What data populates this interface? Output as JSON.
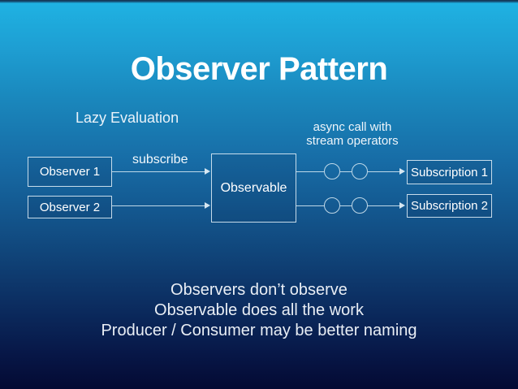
{
  "slide": {
    "title": "Observer Pattern",
    "annotations": {
      "lazy_evaluation": "Lazy Evaluation",
      "subscribe": "subscribe",
      "async_line1": "async call with",
      "async_line2": "stream operators"
    },
    "diagram": {
      "observers": [
        "Observer 1",
        "Observer 2"
      ],
      "observable": "Observable",
      "subscriptions": [
        "Subscription 1",
        "Subscription 2"
      ],
      "stream_operator_circles_per_line": 2
    },
    "footer_lines": [
      "Observers don’t observe",
      "Observable does all the work",
      "Producer / Consumer may be better naming"
    ],
    "colors": {
      "background_top": "#1fb2e2",
      "background_middle": "#145b93",
      "background_bottom": "#040a33",
      "box_border": "#dfeef7",
      "text": "#ffffff"
    }
  }
}
